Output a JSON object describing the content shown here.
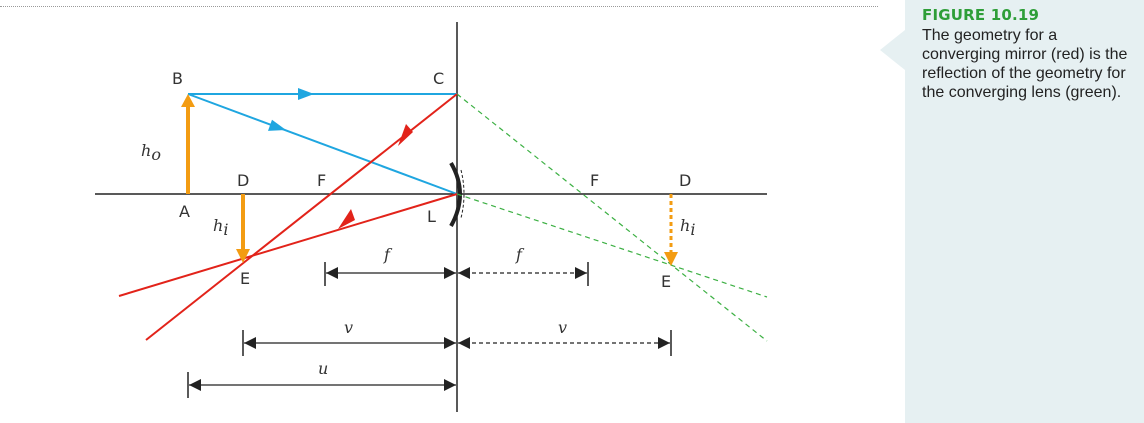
{
  "figure": {
    "label": "FIGURE 10.19",
    "caption": "The geometry for a converging mirror (red) is the reflection of the geometry for the converging lens (green)."
  },
  "diagram": {
    "points": {
      "A": "A",
      "B": "B",
      "C": "C",
      "D_left": "D",
      "E_left": "E",
      "F_left": "F",
      "L": "L",
      "F_right": "F",
      "D_right": "D",
      "E_right": "E"
    },
    "heights": {
      "object": {
        "base": "h",
        "sub": "o"
      },
      "image_left": {
        "base": "h",
        "sub": "i"
      },
      "image_right": {
        "base": "h",
        "sub": "i"
      }
    },
    "distances": {
      "f_left": "f",
      "f_right": "f",
      "v_left": "v",
      "v_right": "v",
      "u": "u"
    }
  },
  "colors": {
    "incident_ray": "#1fa6e0",
    "mirror_ray": "#e2231a",
    "lens_geometry": "#3cb043",
    "object_image": "#f39c12",
    "caption_label": "#2e9e38",
    "caption_panel": "#e6f0f2"
  }
}
